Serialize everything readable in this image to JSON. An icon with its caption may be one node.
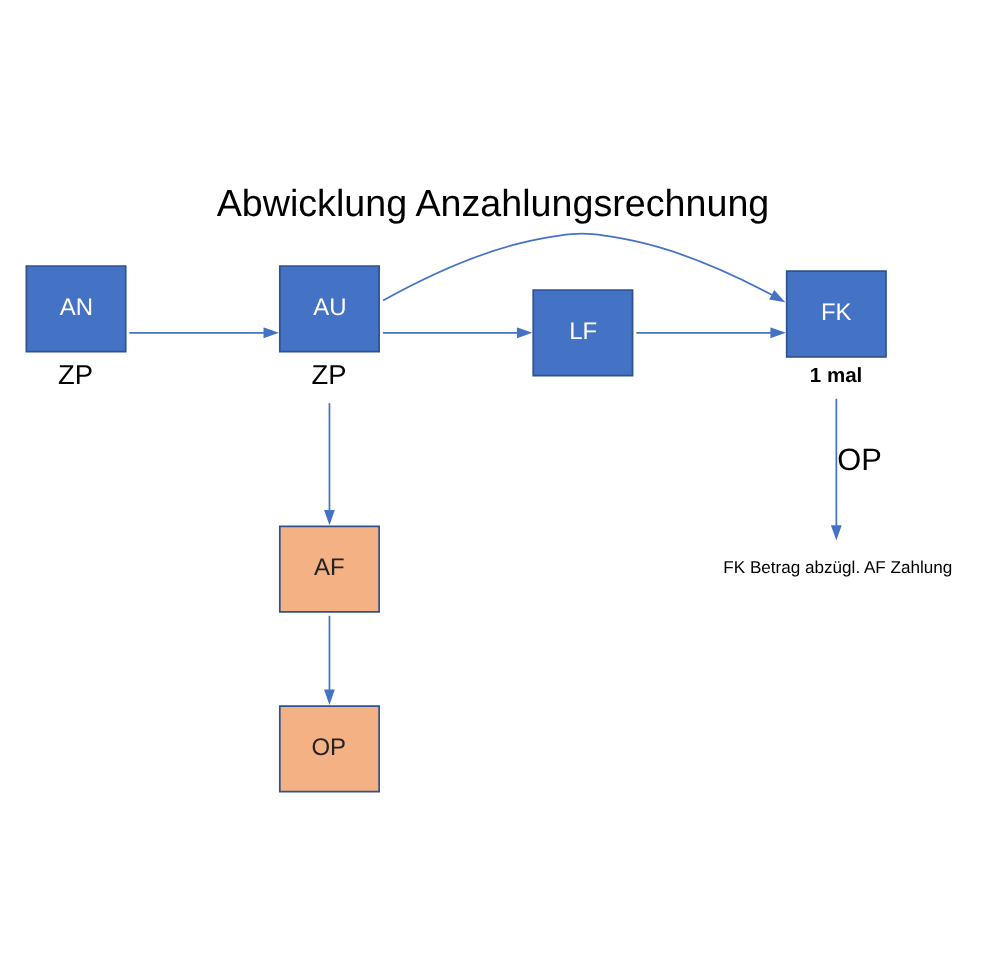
{
  "diagram": {
    "title": "Abwicklung Anzahlungsrechnung",
    "nodes": [
      {
        "text": [
          "AN"
        ],
        "beside": [
          "ZP"
        ]
      },
      {
        "text": [
          "AU"
        ],
        "beside": [
          "ZP"
        ]
      },
      {
        "text": [
          "LF"
        ]
      },
      {
        "text": [
          "FK"
        ],
        "beside": [
          "1 mal"
        ]
      },
      {
        "text": [
          "AF"
        ]
      },
      {
        "text": [
          "OP"
        ]
      },
      {
        "text": [
          "FK Betrag abzügl. AF Zahlung"
        ]
      }
    ],
    "edges": [
      {
        "from": 0,
        "to": 1,
        "arrow": "to"
      },
      {
        "from": 1,
        "to": 2,
        "arrow": "to"
      },
      {
        "from": 2,
        "to": 3,
        "arrow": "to"
      },
      {
        "from": 1,
        "to": 3,
        "arrow": "to"
      },
      {
        "from": 1,
        "to": 4,
        "arrow": "to"
      },
      {
        "from": 4,
        "to": 5,
        "arrow": "to"
      },
      {
        "from": 3,
        "to": 6,
        "arrow": "to",
        "label": "OP"
      }
    ]
  }
}
